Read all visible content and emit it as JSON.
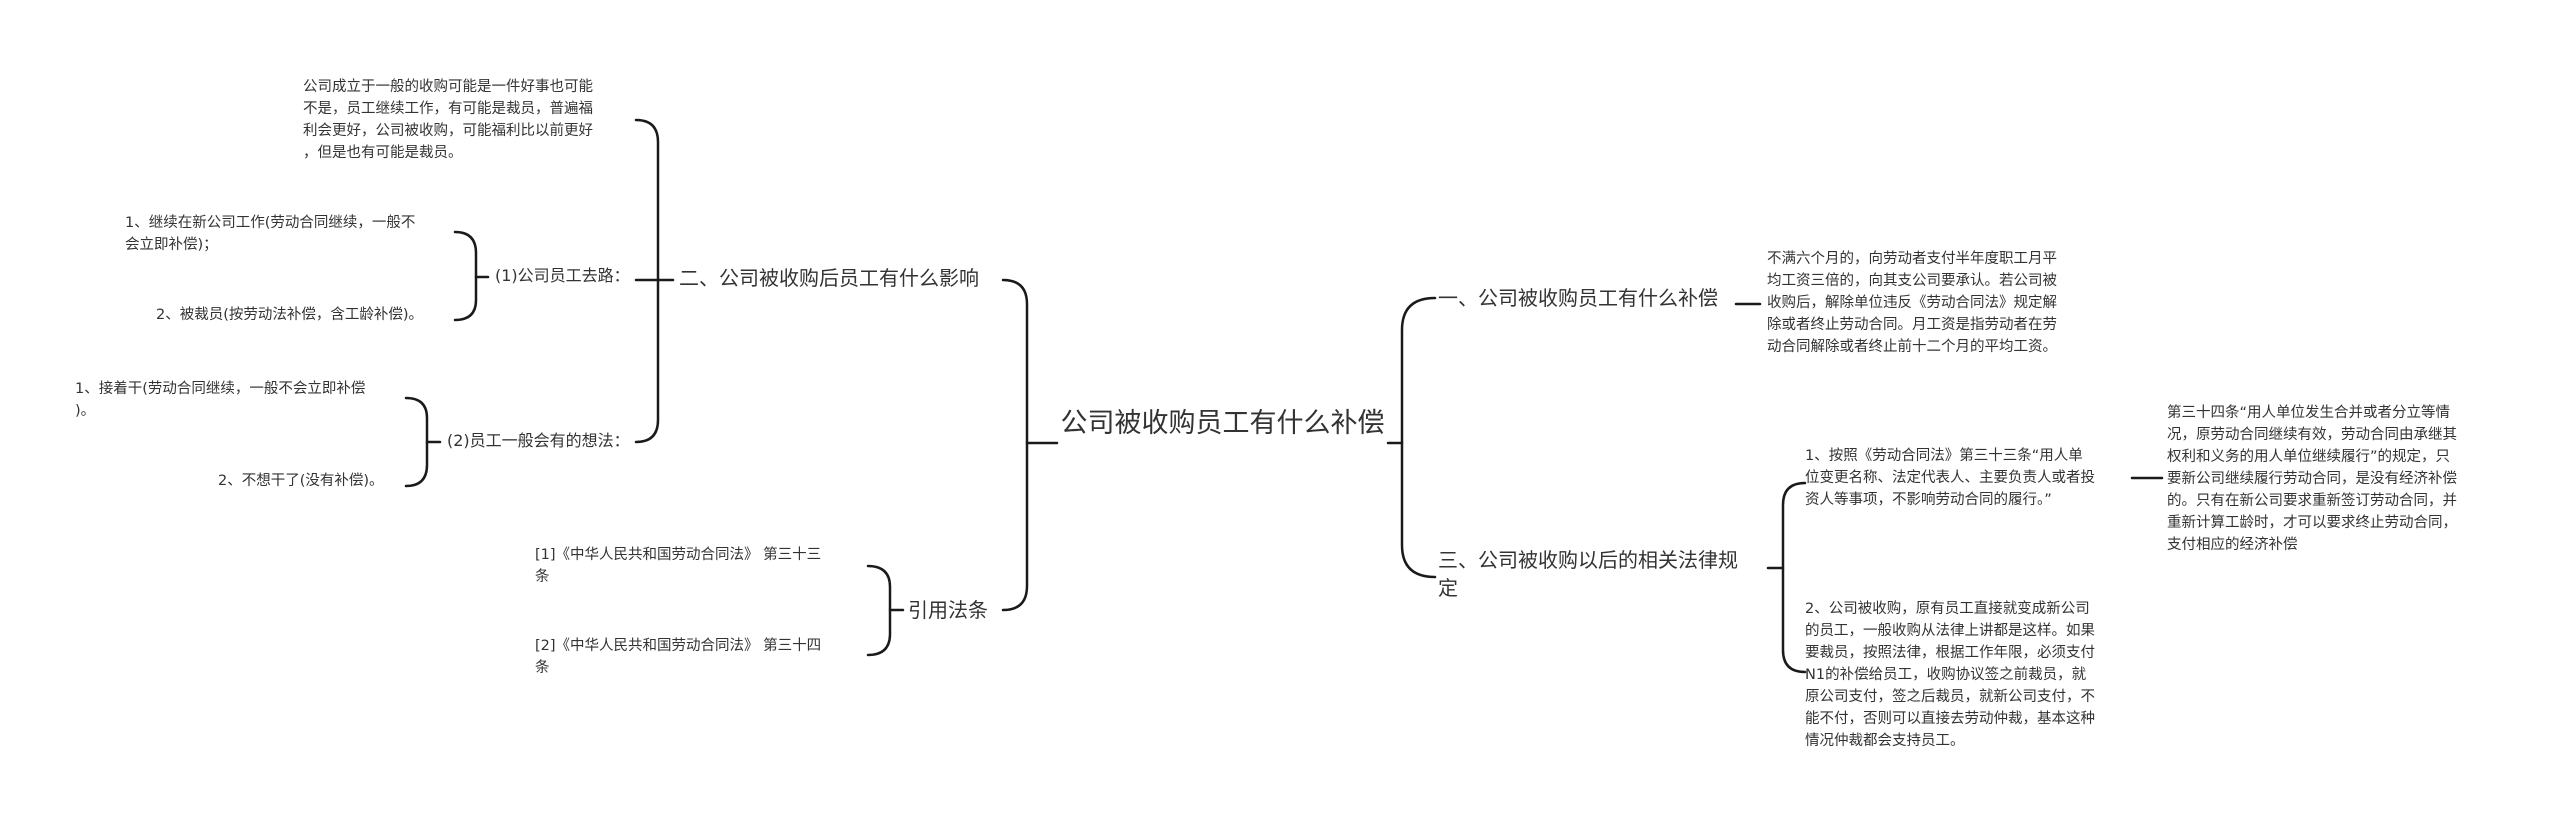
{
  "center": "公司被收购员工有什么补偿",
  "left": {
    "branch2": {
      "label": "二、公司被收购后员工有什么影响",
      "intro": "公司成立于一般的收购可能是一件好事也可能\n不是，员工继续工作，有可能是裁员，普遍福\n利会更好，公司被收购，可能福利比以前更好\n，但是也有可能是裁员。",
      "go": {
        "label": "(1)公司员工去路：",
        "items": [
          "1、继续在新公司工作(劳动合同继续，一般不\n会立即补偿)；",
          "2、被裁员(按劳动法补偿，含工龄补偿)。"
        ]
      },
      "think": {
        "label": "(2)员工一般会有的想法：",
        "items": [
          "1、接着干(劳动合同继续，一般不会立即补偿\n)。",
          "2、不想干了(没有补偿)。"
        ]
      }
    },
    "refs": {
      "label": "引用法条",
      "items": [
        "[1]《中华人民共和国劳动合同法》 第三十三\n条",
        "[2]《中华人民共和国劳动合同法》 第三十四\n条"
      ]
    }
  },
  "right": {
    "branch1": {
      "label": "一、公司被收购员工有什么补偿",
      "text": "不满六个月的，向劳动者支付半年度职工月平\n均工资三倍的，向其支公司要承认。若公司被\n收购后，解除单位违反《劳动合同法》规定解\n除或者终止劳动合同。月工资是指劳动者在劳\n动合同解除或者终止前十二个月的平均工资。"
    },
    "branch3": {
      "label": "三、公司被收购以后的相关法律规\n定",
      "item1": "1、按照《劳动合同法》第三十三条“用人单\n位变更名称、法定代表人、主要负责人或者投\n资人等事项，不影响劳动合同的履行。”",
      "item1_detail": "第三十四条“用人单位发生合并或者分立等情\n况，原劳动合同继续有效，劳动合同由承继其\n权利和义务的用人单位继续履行”的规定，只\n要新公司继续履行劳动合同，是没有经济补偿\n的。只有在新公司要求重新签订劳动合同，并\n重新计算工龄时，才可以要求终止劳动合同，\n支付相应的经济补偿",
      "item2": "2、公司被收购，原有员工直接就变成新公司\n的员工，一般收购从法律上讲都是这样。如果\n要裁员，按照法律，根据工作年限，必须支付\nN1的补偿给员工，收购协议签之前裁员，就\n原公司支付，签之后裁员，就新公司支付，不\n能不付，否则可以直接去劳动仲裁，基本这种\n情况仲裁都会支持员工。"
    }
  },
  "colors": {
    "line": "#1a1a1a",
    "text": "#333333"
  }
}
